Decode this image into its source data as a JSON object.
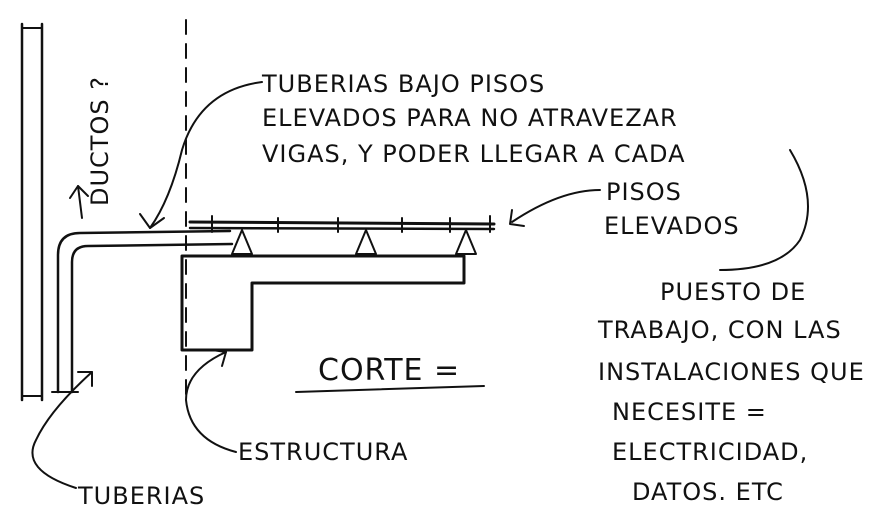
{
  "labels": {
    "ductos": "DUCTOS ?",
    "tuberias_line1": "TUBERIAS BAJO PISOS",
    "tuberias_line2": "ELEVADOS PARA NO ATRAVEZAR",
    "tuberias_line3": "VIGAS, Y PODER LLEGAR A CADA",
    "pisos_line1": "PISOS",
    "pisos_line2": "ELEVADOS",
    "puesto_line1": "PUESTO DE",
    "puesto_line2": "TRABAJO, CON LAS",
    "puesto_line3": "INSTALACIONES QUE",
    "puesto_line4": "NECESITE =",
    "puesto_line5": "ELECTRICIDAD,",
    "puesto_line6": "DATOS. ETC",
    "corte": "CORTE =",
    "estructura": "ESTRUCTURA",
    "tuberias": "TUBERIAS"
  },
  "colors": {
    "ink": "#111111",
    "paper": "#ffffff"
  }
}
